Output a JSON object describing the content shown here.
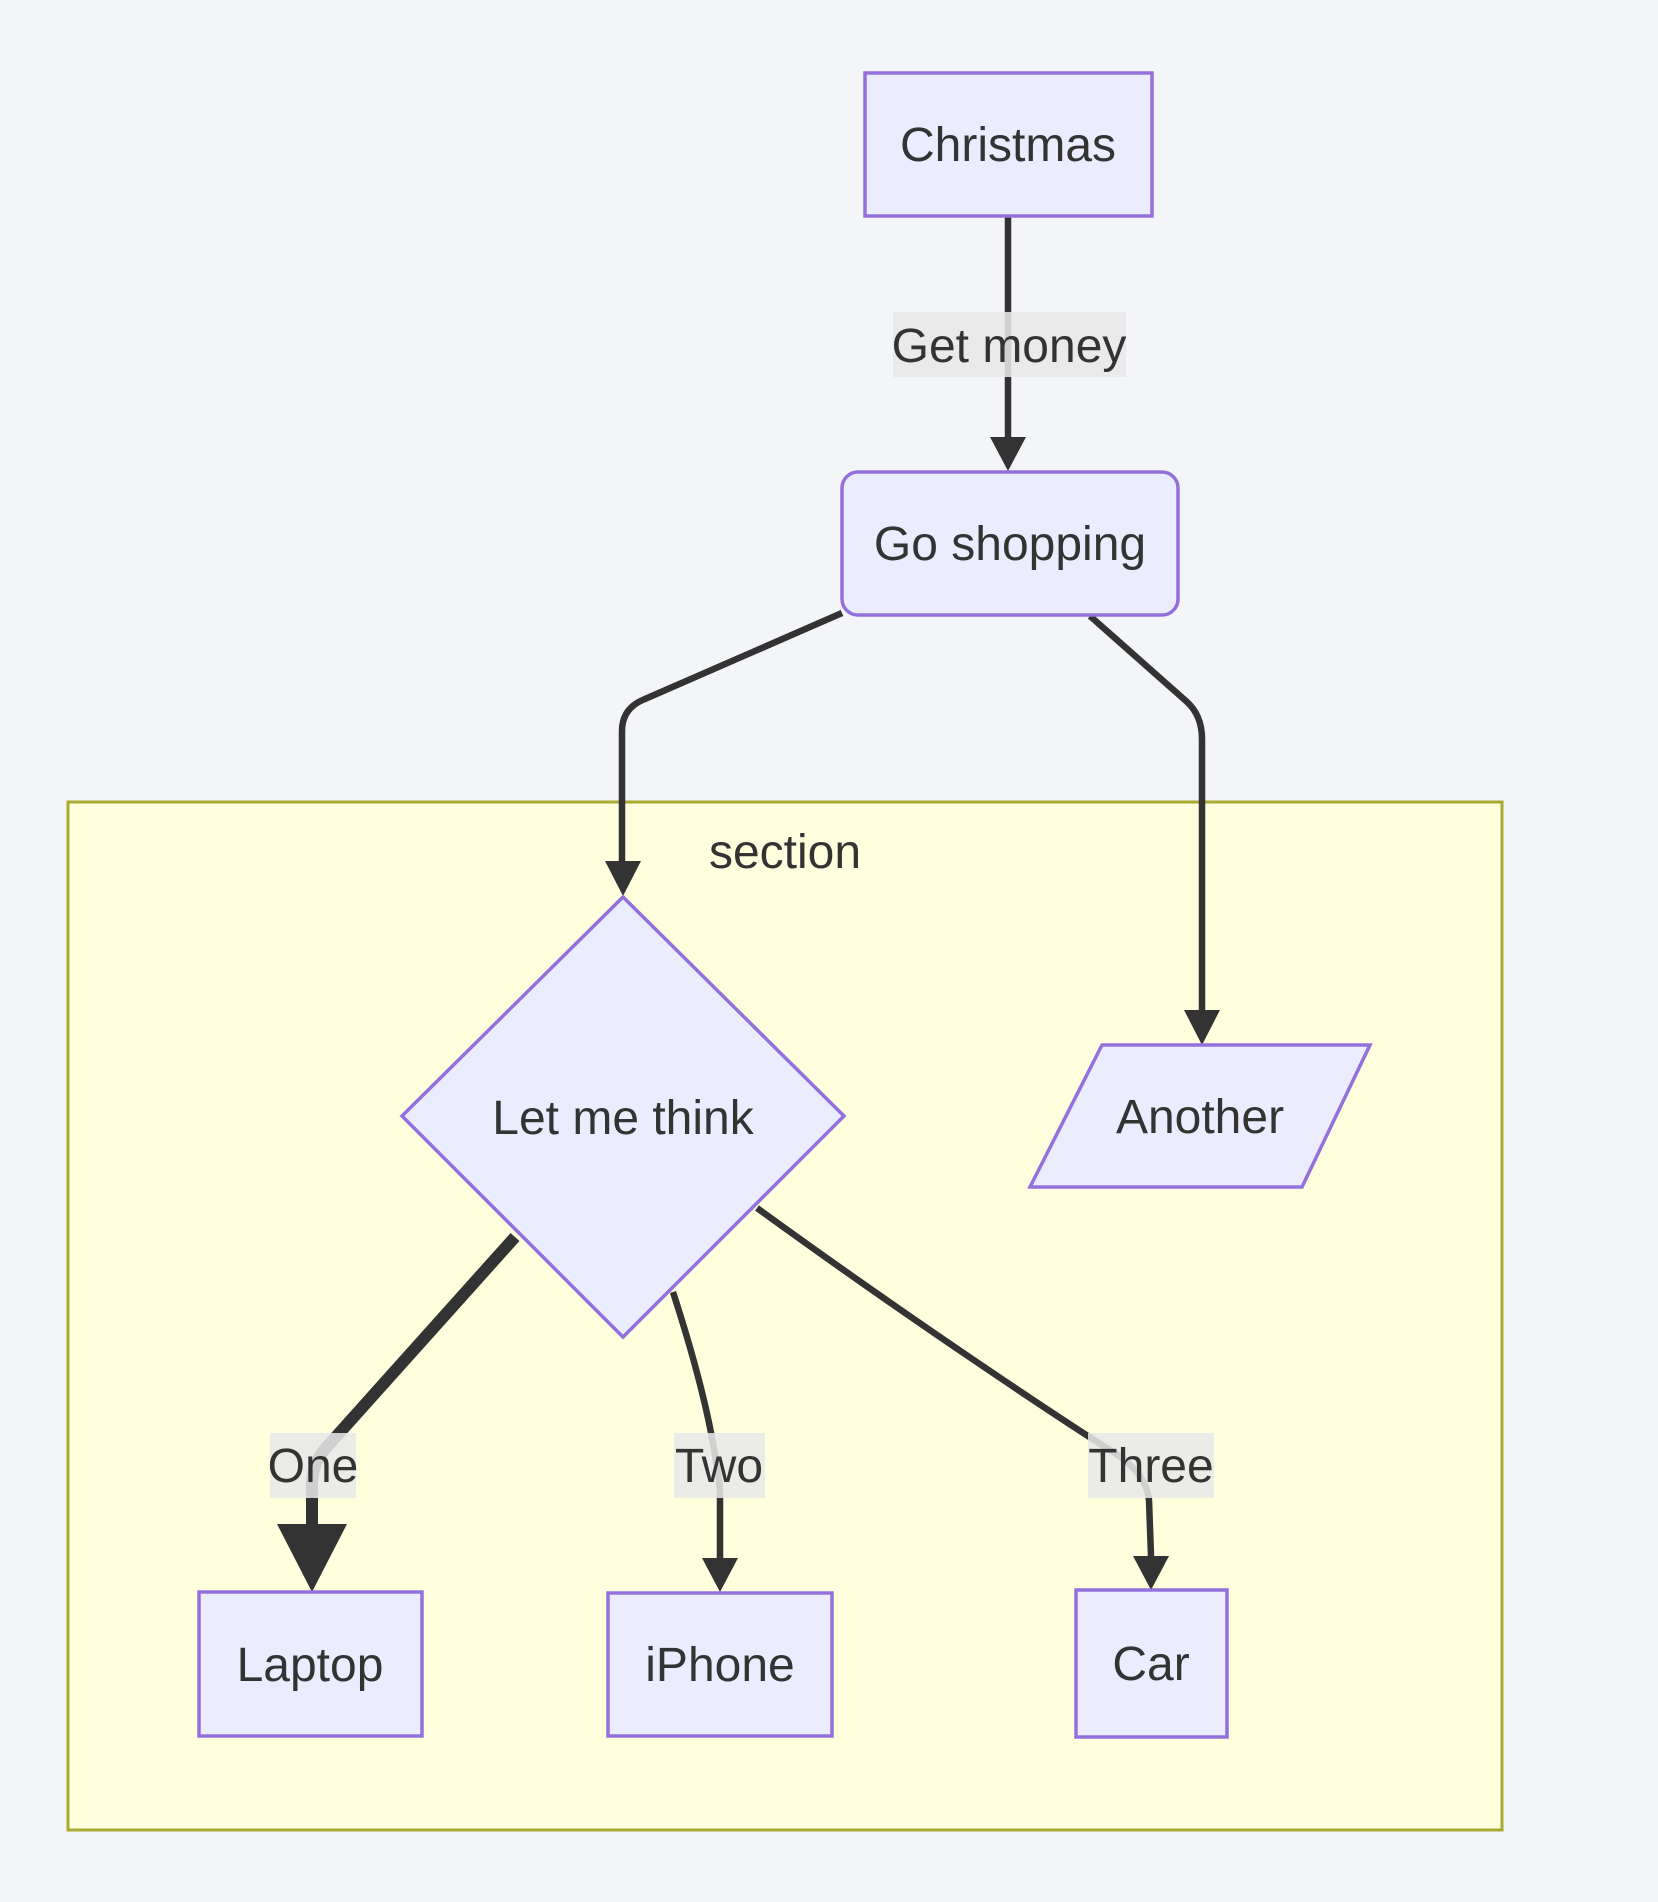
{
  "diagram": {
    "type": "flowchart",
    "direction": "top-down",
    "colors": {
      "page_bg": "#f4f5f8",
      "node_fill": "#ECECFF",
      "node_border": "#9370DB",
      "edge_color": "#333333",
      "label_bg": "#e8e8e8",
      "text_color": "#333333",
      "section_fill": "#ffffde",
      "section_border": "#aaaa33"
    },
    "section": {
      "label": "section"
    },
    "nodes": [
      {
        "id": "christmas",
        "label": "Christmas",
        "shape": "rectangle"
      },
      {
        "id": "go-shopping",
        "label": "Go shopping",
        "shape": "rounded-rectangle"
      },
      {
        "id": "let-me-think",
        "label": "Let me think",
        "shape": "diamond"
      },
      {
        "id": "another",
        "label": "Another",
        "shape": "parallelogram"
      },
      {
        "id": "laptop",
        "label": "Laptop",
        "shape": "rectangle"
      },
      {
        "id": "iphone",
        "label": "iPhone",
        "shape": "rectangle"
      },
      {
        "id": "car",
        "label": "Car",
        "shape": "rectangle"
      }
    ],
    "edges": [
      {
        "from": "christmas",
        "to": "go-shopping",
        "label": "Get money",
        "thick": false
      },
      {
        "from": "go-shopping",
        "to": "let-me-think",
        "label": "",
        "thick": false
      },
      {
        "from": "go-shopping",
        "to": "another",
        "label": "",
        "thick": false
      },
      {
        "from": "let-me-think",
        "to": "laptop",
        "label": "One",
        "thick": true
      },
      {
        "from": "let-me-think",
        "to": "iphone",
        "label": "Two",
        "thick": false
      },
      {
        "from": "let-me-think",
        "to": "car",
        "label": "Three",
        "thick": false
      }
    ]
  }
}
